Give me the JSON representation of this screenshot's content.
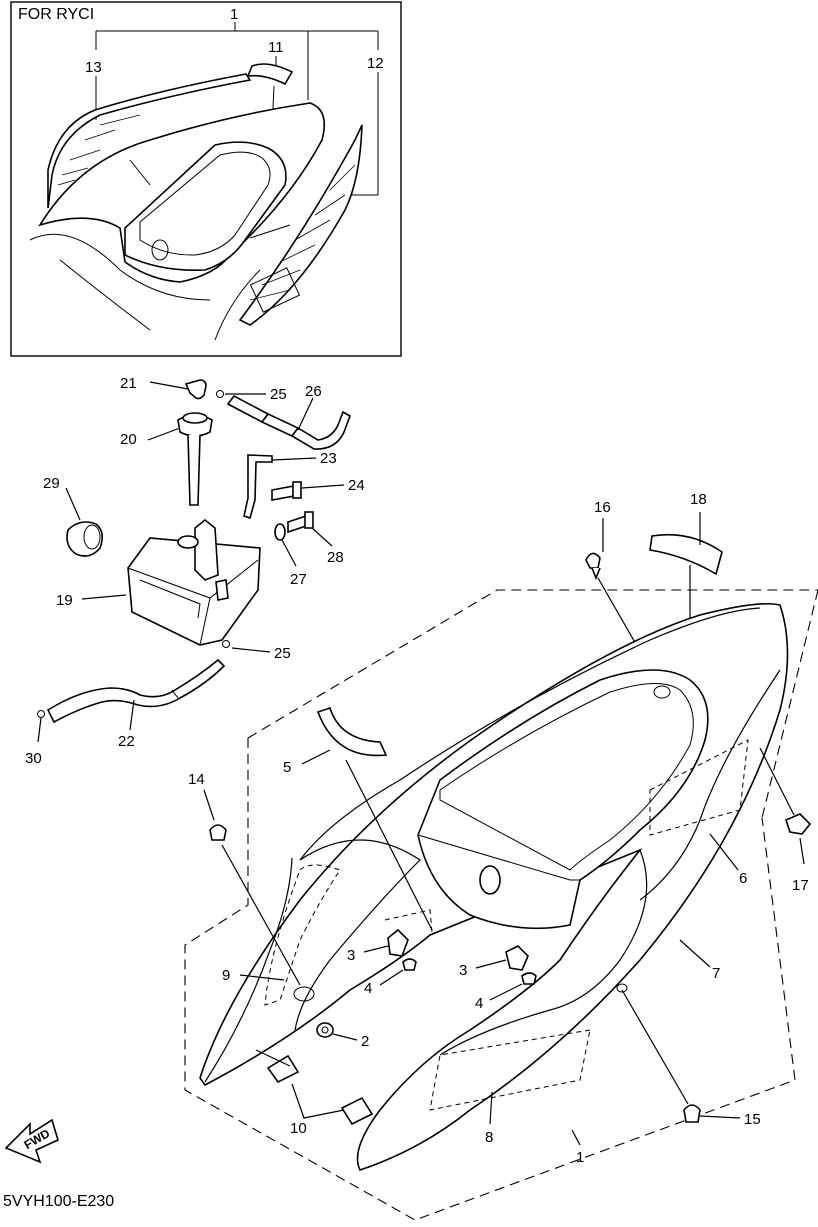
{
  "inset": {
    "title": "FOR RYCI",
    "callouts": [
      "1",
      "11",
      "12",
      "13"
    ]
  },
  "callouts": {
    "p1": "1",
    "p2": "2",
    "p3a": "3",
    "p3b": "3",
    "p4a": "4",
    "p4b": "4",
    "p5": "5",
    "p6": "6",
    "p7": "7",
    "p8": "8",
    "p9": "9",
    "p10": "10",
    "p14": "14",
    "p15": "15",
    "p16": "16",
    "p17": "17",
    "p18": "18",
    "p19": "19",
    "p20": "20",
    "p21": "21",
    "p22": "22",
    "p23": "23",
    "p24": "24",
    "p25a": "25",
    "p25b": "25",
    "p26": "26",
    "p27": "27",
    "p28": "28",
    "p29": "29",
    "p30": "30"
  },
  "fwd_label": "FWD",
  "diagram_code": "5VYH100-E230",
  "colors": {
    "line": "#000000",
    "background": "#ffffff"
  }
}
